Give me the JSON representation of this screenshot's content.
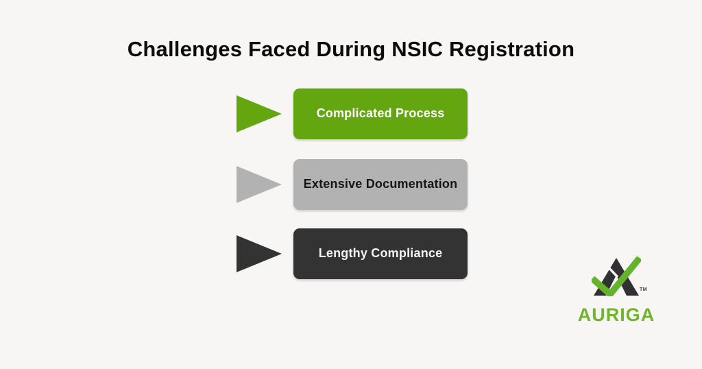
{
  "page": {
    "background_color": "#f7f6f5",
    "title_color": "#0c0c0c"
  },
  "title": "Challenges Faced During NSIC Registration",
  "challenges": [
    {
      "label": "Complicated Process",
      "color": "#63a60f",
      "text_color": "#ffffff"
    },
    {
      "label": "Extensive Documentation",
      "color": "#b2b2b2",
      "text_color": "#161616"
    },
    {
      "label": "Lengthy Compliance",
      "color": "#333333",
      "text_color": "#f5f5f5"
    }
  ],
  "icons": {
    "row_marker": "right-triangle-icon",
    "logo_mark": "a-mountain-check-icon"
  },
  "logo": {
    "brand": "AURIGA",
    "trademark": "TM",
    "wordmark_color": "#70b62c",
    "check_color": "#65b22d",
    "mark_color": "#313134",
    "slit_color": "#f7f6f5"
  }
}
